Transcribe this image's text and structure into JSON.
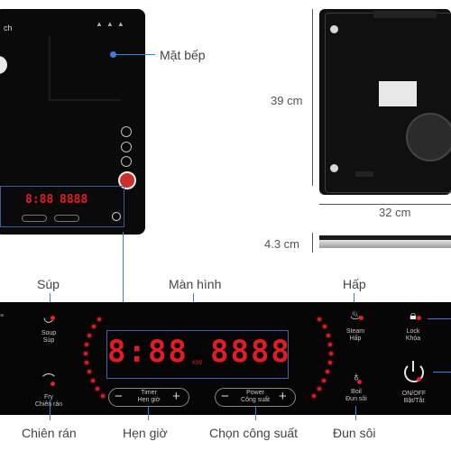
{
  "cooktop": {
    "brand": "ch",
    "display_digits": "8:88",
    "display_digits_right": "8888"
  },
  "callouts": {
    "surface": "Mặt bếp",
    "soup": "Súp",
    "screen": "Màn hình",
    "steam": "Hấp",
    "fry": "Chiên rán",
    "timer": "Hẹn giờ",
    "power": "Chọn công suất",
    "boil": "Đun sôi"
  },
  "dimensions": {
    "height": "39 cm",
    "width": "32 cm",
    "thickness": "4.3 cm"
  },
  "panel": {
    "soup_en": "Soup",
    "soup_vi": "Súp",
    "fry_en": "Fry",
    "fry_vi": "Chiên rán",
    "steam_en": "Steam",
    "steam_vi": "Hấp",
    "boil_en": "Boil",
    "boil_vi": "Đun sôi",
    "lock_en": "Lock",
    "lock_vi": "Khóa",
    "onoff_en": "ON/OFF",
    "onoff_vi": "Bật/Tắt",
    "timer_en": "Timer",
    "timer_vi": "Hẹn giờ",
    "power_en": "Power",
    "power_vi": "Công suất",
    "display_left": "8:88",
    "display_unit": "KW",
    "display_right": "8888",
    "minus": "−",
    "plus": "+"
  },
  "colors": {
    "accent": "#3d7fd6",
    "display_red": "#e01c26",
    "panel_bg": "#050505"
  }
}
